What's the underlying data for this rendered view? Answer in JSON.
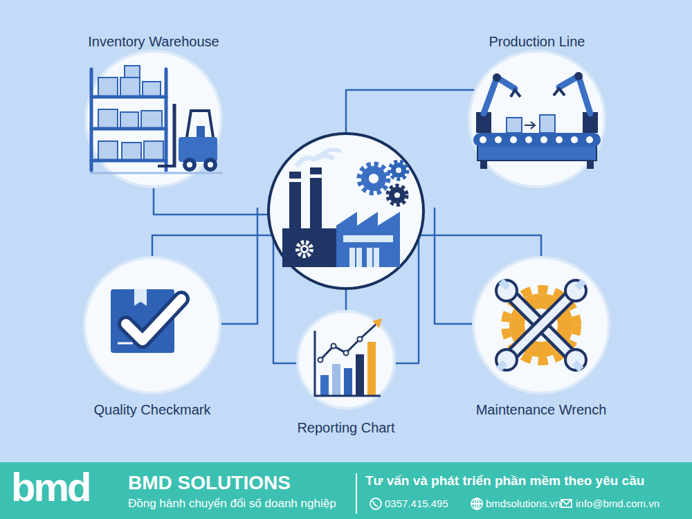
{
  "diagram": {
    "nodes": [
      {
        "text": [
          "Inventory Warehouse"
        ]
      },
      {
        "text": [
          "Production Line"
        ]
      },
      {
        "text": [
          "Quality Checkmark"
        ]
      },
      {
        "text": [
          "Reporting Chart"
        ]
      },
      {
        "text": [
          "Maintenance Wrench"
        ]
      }
    ],
    "labels": [
      "bmd",
      "BMD SOLUTIONS",
      "Đồng hành chuyển đổi số doanh nghiệp",
      "Tư vấn và phát triển phần mềm theo yêu cầu",
      "0357.415.495",
      "bmdsolutions.vn",
      "info@bmd.com.vn"
    ]
  }
}
